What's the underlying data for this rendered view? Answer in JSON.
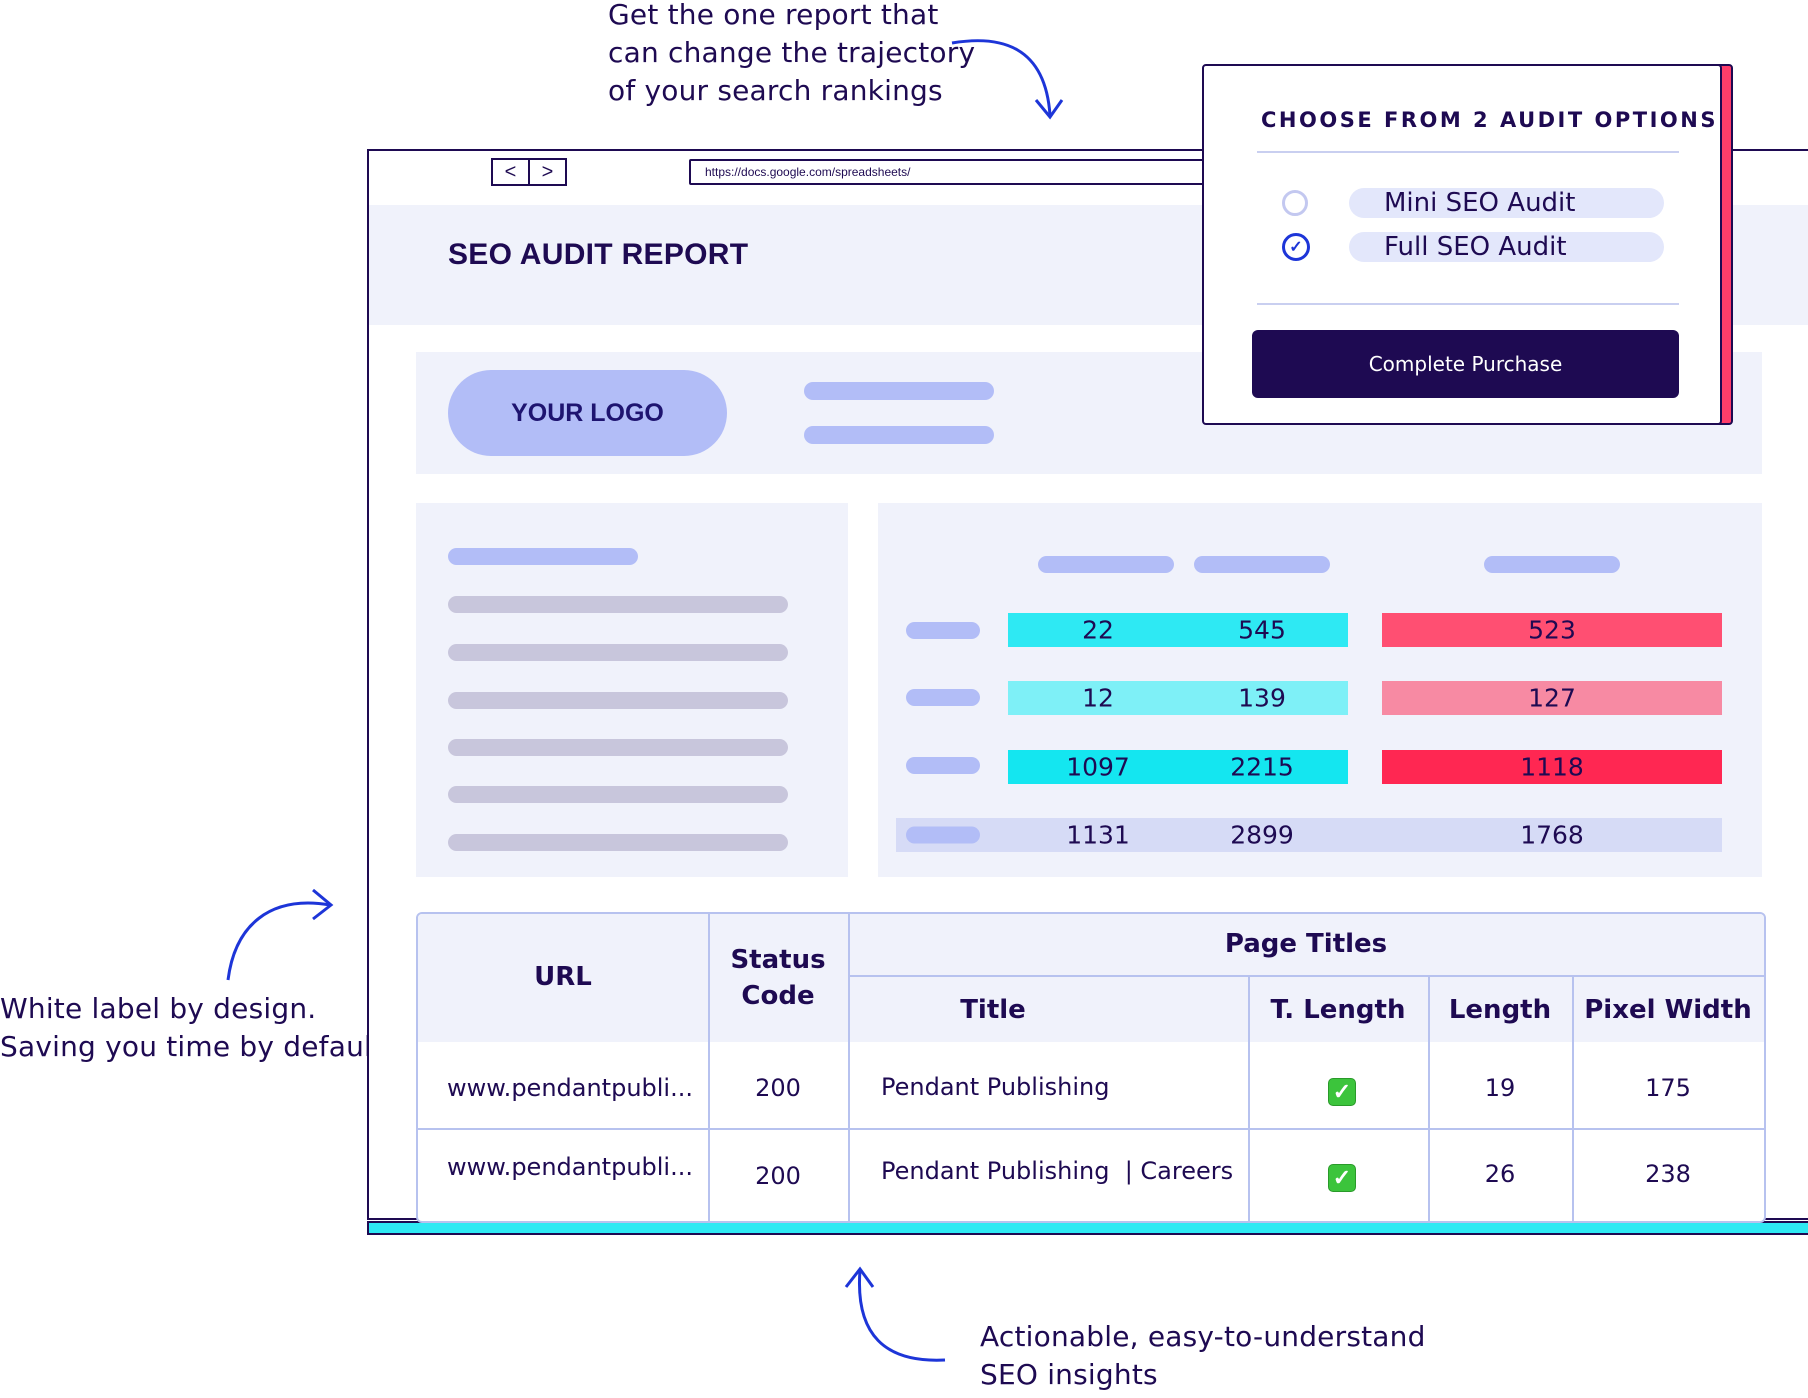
{
  "annotations": {
    "top": [
      "Get the one report that",
      "can change the trajectory",
      "of your search rankings"
    ],
    "left": [
      "White label by design.",
      "Saving you time by default"
    ],
    "bottom": [
      "Actionable, easy-to-understand",
      "SEO insights"
    ]
  },
  "browser": {
    "back_icon": "chevron-left-icon",
    "forward_icon": "chevron-right-icon",
    "back_glyph": "<",
    "forward_glyph": ">",
    "url": "https://docs.google.com/spreadsheets/"
  },
  "report": {
    "title": "SEO AUDIT REPORT",
    "logo_label": "YOUR LOGO"
  },
  "metrics": {
    "rows": [
      {
        "a": "22",
        "b": "545",
        "c": "523",
        "cyan": "#2ee9f3",
        "red": "#ff4f72"
      },
      {
        "a": "12",
        "b": "139",
        "c": "127",
        "cyan": "#7ef0f7",
        "red": "#f78aa3"
      },
      {
        "a": "1097",
        "b": "2215",
        "c": "1118",
        "cyan": "#14e6f0",
        "red": "#ff2752"
      }
    ],
    "total": {
      "a": "1131",
      "b": "2899",
      "c": "1768",
      "color": "#d6dbf6"
    }
  },
  "table": {
    "headers": {
      "url": "URL",
      "status_1": "Status",
      "status_2": "Code",
      "group": "Page Titles",
      "title": "Title",
      "t_length": "T. Length",
      "length": "Length",
      "pixel_width": "Pixel Width"
    },
    "rows": [
      {
        "url": "www.pendantpubli...",
        "status": "200",
        "title": "Pendant Publishing",
        "t_length_icon": "check-icon",
        "length": "19",
        "pixel_width": "175"
      },
      {
        "url": "www.pendantpubli...",
        "status": "200",
        "title": "Pendant Publishing  | Careers",
        "t_length_icon": "check-icon",
        "length": "26",
        "pixel_width": "238"
      }
    ],
    "check_glyph": "✓"
  },
  "popup": {
    "title": "CHOOSE FROM 2 AUDIT OPTIONS",
    "options": [
      {
        "label": "Mini SEO Audit",
        "selected": false
      },
      {
        "label": "Full SEO Audit",
        "selected": true
      }
    ],
    "checked_glyph": "✓",
    "button_label": "Complete Purchase"
  },
  "colors": {
    "navy": "#1e0a52",
    "accent_blue": "#1d35d8",
    "cyan": "#2ee9f3",
    "pink": "#ff3d6a",
    "panel": "#f0f2fb",
    "pill_blue": "#b2bdf7"
  }
}
